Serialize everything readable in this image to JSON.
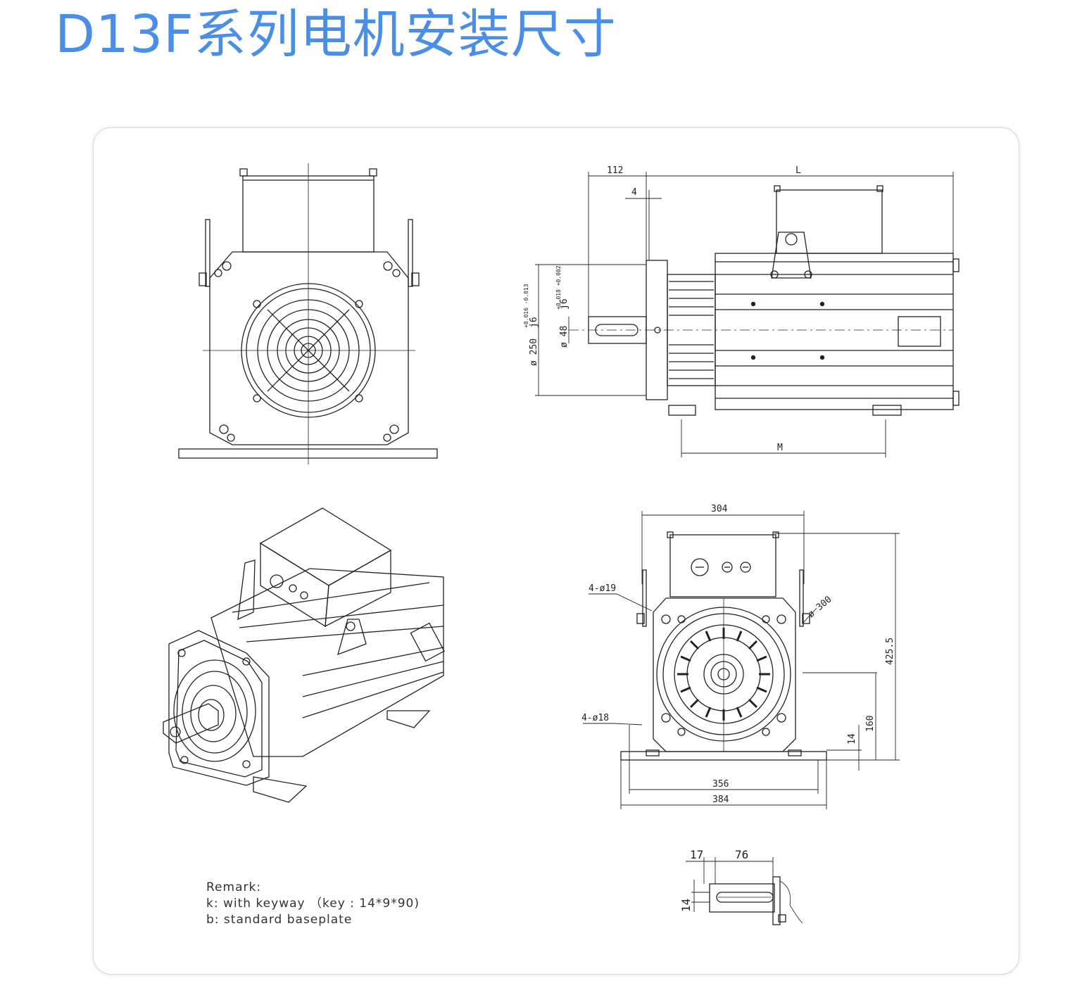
{
  "title": "D13F系列电机安装尺寸",
  "dimensions": {
    "side_112": "112",
    "side_L": "L",
    "side_4": "4",
    "side_M": "M",
    "side_d250": "ø  250",
    "side_j6a": "j6",
    "side_tol_a": "+0.016 -0.013",
    "side_d48": "ø  48",
    "side_j6b": "j6",
    "side_tol_b": "+0.018 +0.002",
    "front_304": "304",
    "front_4d19": "4-ø19",
    "front_d300": "ø  300",
    "front_4255": "425.5",
    "front_4d18": "4-ø18",
    "front_14": "14",
    "front_160": "160",
    "front_356": "356",
    "front_384": "384",
    "shaft_17": "17",
    "shaft_76": "76",
    "shaft_14": "14"
  },
  "remark": {
    "heading": "Remark:",
    "line_k": "k: with keyway （key : 14*9*90)",
    "line_b": "b: standard  baseplate"
  },
  "colors": {
    "title": "#4a8fe7",
    "line": "#222222"
  }
}
